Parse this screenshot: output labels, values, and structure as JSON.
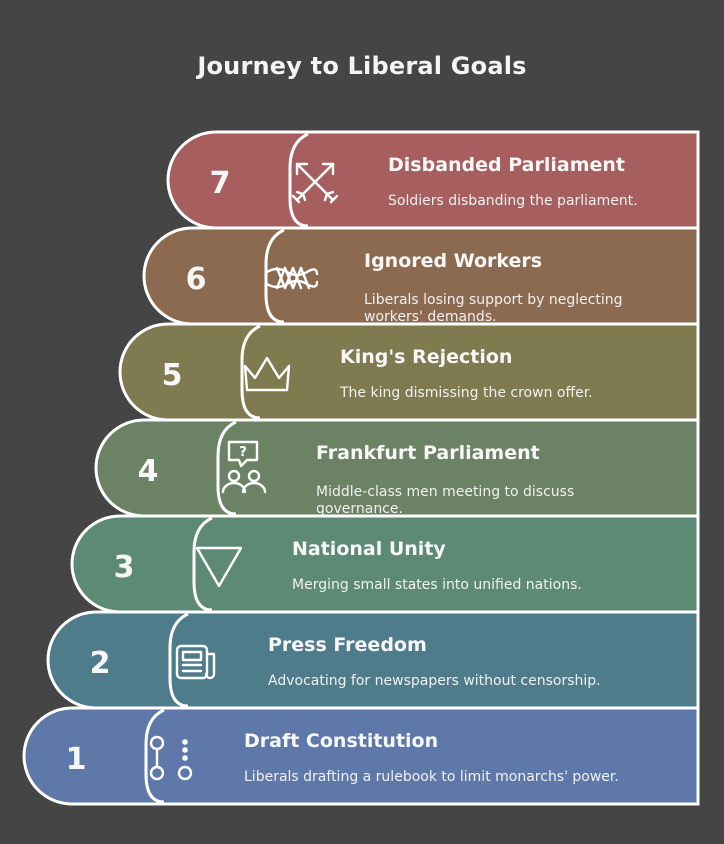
{
  "title": "Journey to Liberal Goals",
  "steps": [
    {
      "number": "1",
      "title": "Draft Constitution",
      "desc": [
        "Liberals drafting a rulebook to limit monarchs' power."
      ],
      "color": "#5e79a9",
      "icon": "constitution-icon"
    },
    {
      "number": "2",
      "title": "Press Freedom",
      "desc": [
        "Advocating for newspapers without censorship."
      ],
      "color": "#4f7c8a",
      "icon": "newspaper-icon"
    },
    {
      "number": "3",
      "title": "National Unity",
      "desc": [
        "Merging small states into unified nations."
      ],
      "color": "#5d8a75",
      "icon": "triangle-icon"
    },
    {
      "number": "4",
      "title": "Frankfurt Parliament",
      "desc": [
        "Middle-class men meeting to discuss",
        "governance."
      ],
      "color": "#6c8264",
      "icon": "discussion-icon"
    },
    {
      "number": "5",
      "title": "King's Rejection",
      "desc": [
        "The king dismissing the crown offer."
      ],
      "color": "#7f7a4f",
      "icon": "crown-icon"
    },
    {
      "number": "6",
      "title": "Ignored Workers",
      "desc": [
        "Liberals losing support by neglecting",
        "workers' demands."
      ],
      "color": "#8b6a50",
      "icon": "rope-icon"
    },
    {
      "number": "7",
      "title": "Disbanded Parliament",
      "desc": [
        "Soldiers disbanding the parliament."
      ],
      "color": "#a65e5e",
      "icon": "crossed-arrows-icon"
    }
  ]
}
